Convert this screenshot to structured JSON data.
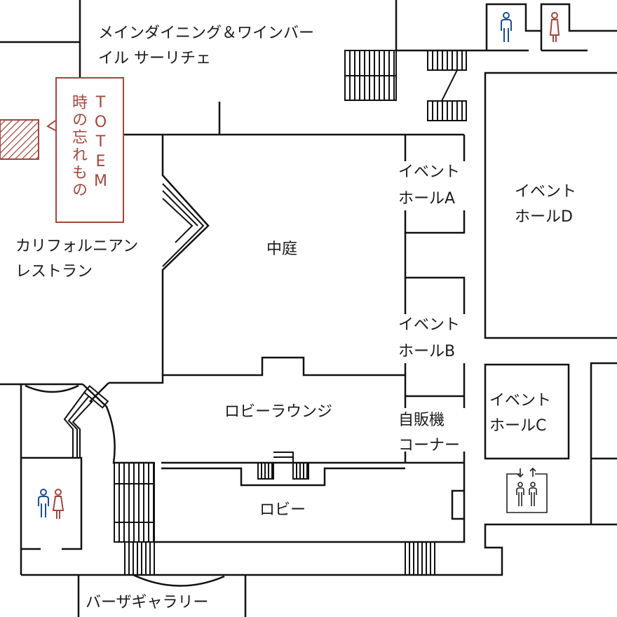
{
  "colors": {
    "wall": "#111111",
    "accent": "#a0473d",
    "male": "#1f4e8c",
    "female": "#a0473d"
  },
  "labels": {
    "main_dining": [
      "メインダイニング＆ワインバー",
      "イル サーリチェ"
    ],
    "courtyard": "中庭",
    "california": [
      "カリフォルニアン",
      "レストラン"
    ],
    "event_a": [
      "イベント",
      "ホールA"
    ],
    "event_b": [
      "イベント",
      "ホールB"
    ],
    "event_c": [
      "イベント",
      "ホールC"
    ],
    "event_d": [
      "イベント",
      "ホールD"
    ],
    "vending": [
      "自販機",
      "コーナー"
    ],
    "lobby_lounge": "ロビーラウンジ",
    "lobby": "ロビー",
    "bar_gallery": "バーザギャラリー"
  },
  "totem": {
    "title": "TOTEM",
    "subtitle": "時の忘れもの"
  },
  "icons": [
    "restroom-male-icon",
    "restroom-female-icon",
    "restroom-icon",
    "elevator-icon",
    "stairs-icon",
    "exhibit-hatch-icon"
  ]
}
